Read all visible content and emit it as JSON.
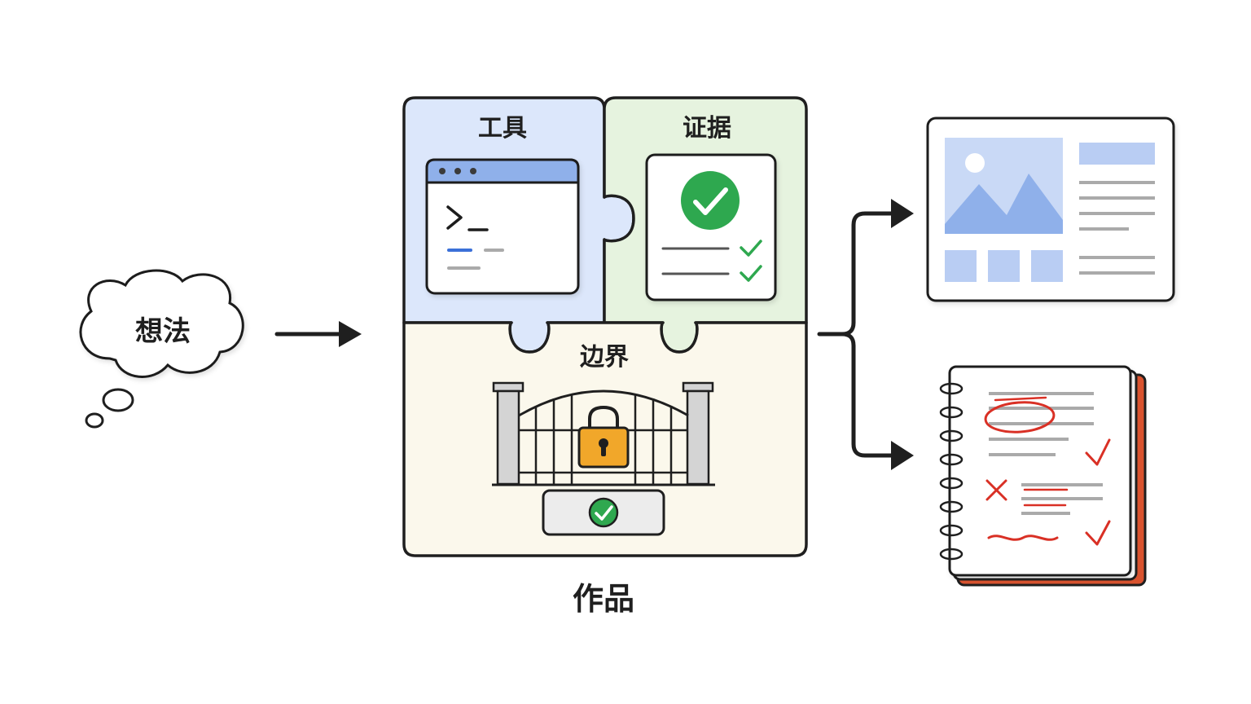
{
  "idea": {
    "label": "想法"
  },
  "puzzle": {
    "tools_label": "工具",
    "evidence_label": "证据",
    "boundary_label": "边界",
    "caption": "作品"
  },
  "colors": {
    "tools_bg": "#dce7fb",
    "evidence_bg": "#e6f3df",
    "boundary_bg": "#fbf8ec",
    "check_green": "#2fa84f",
    "lock_orange": "#f1a72a",
    "accent_blue": "#3b6fd8",
    "review_red": "#d93025",
    "placeholder_blue": "#b9cdf3"
  },
  "icons": [
    "thought-cloud-icon",
    "arrow-right-icon",
    "terminal-window-icon",
    "checklist-document-icon",
    "gate-lock-icon",
    "check-badge-icon",
    "branch-arrow-icon",
    "web-layout-icon",
    "annotated-notebook-icon"
  ]
}
